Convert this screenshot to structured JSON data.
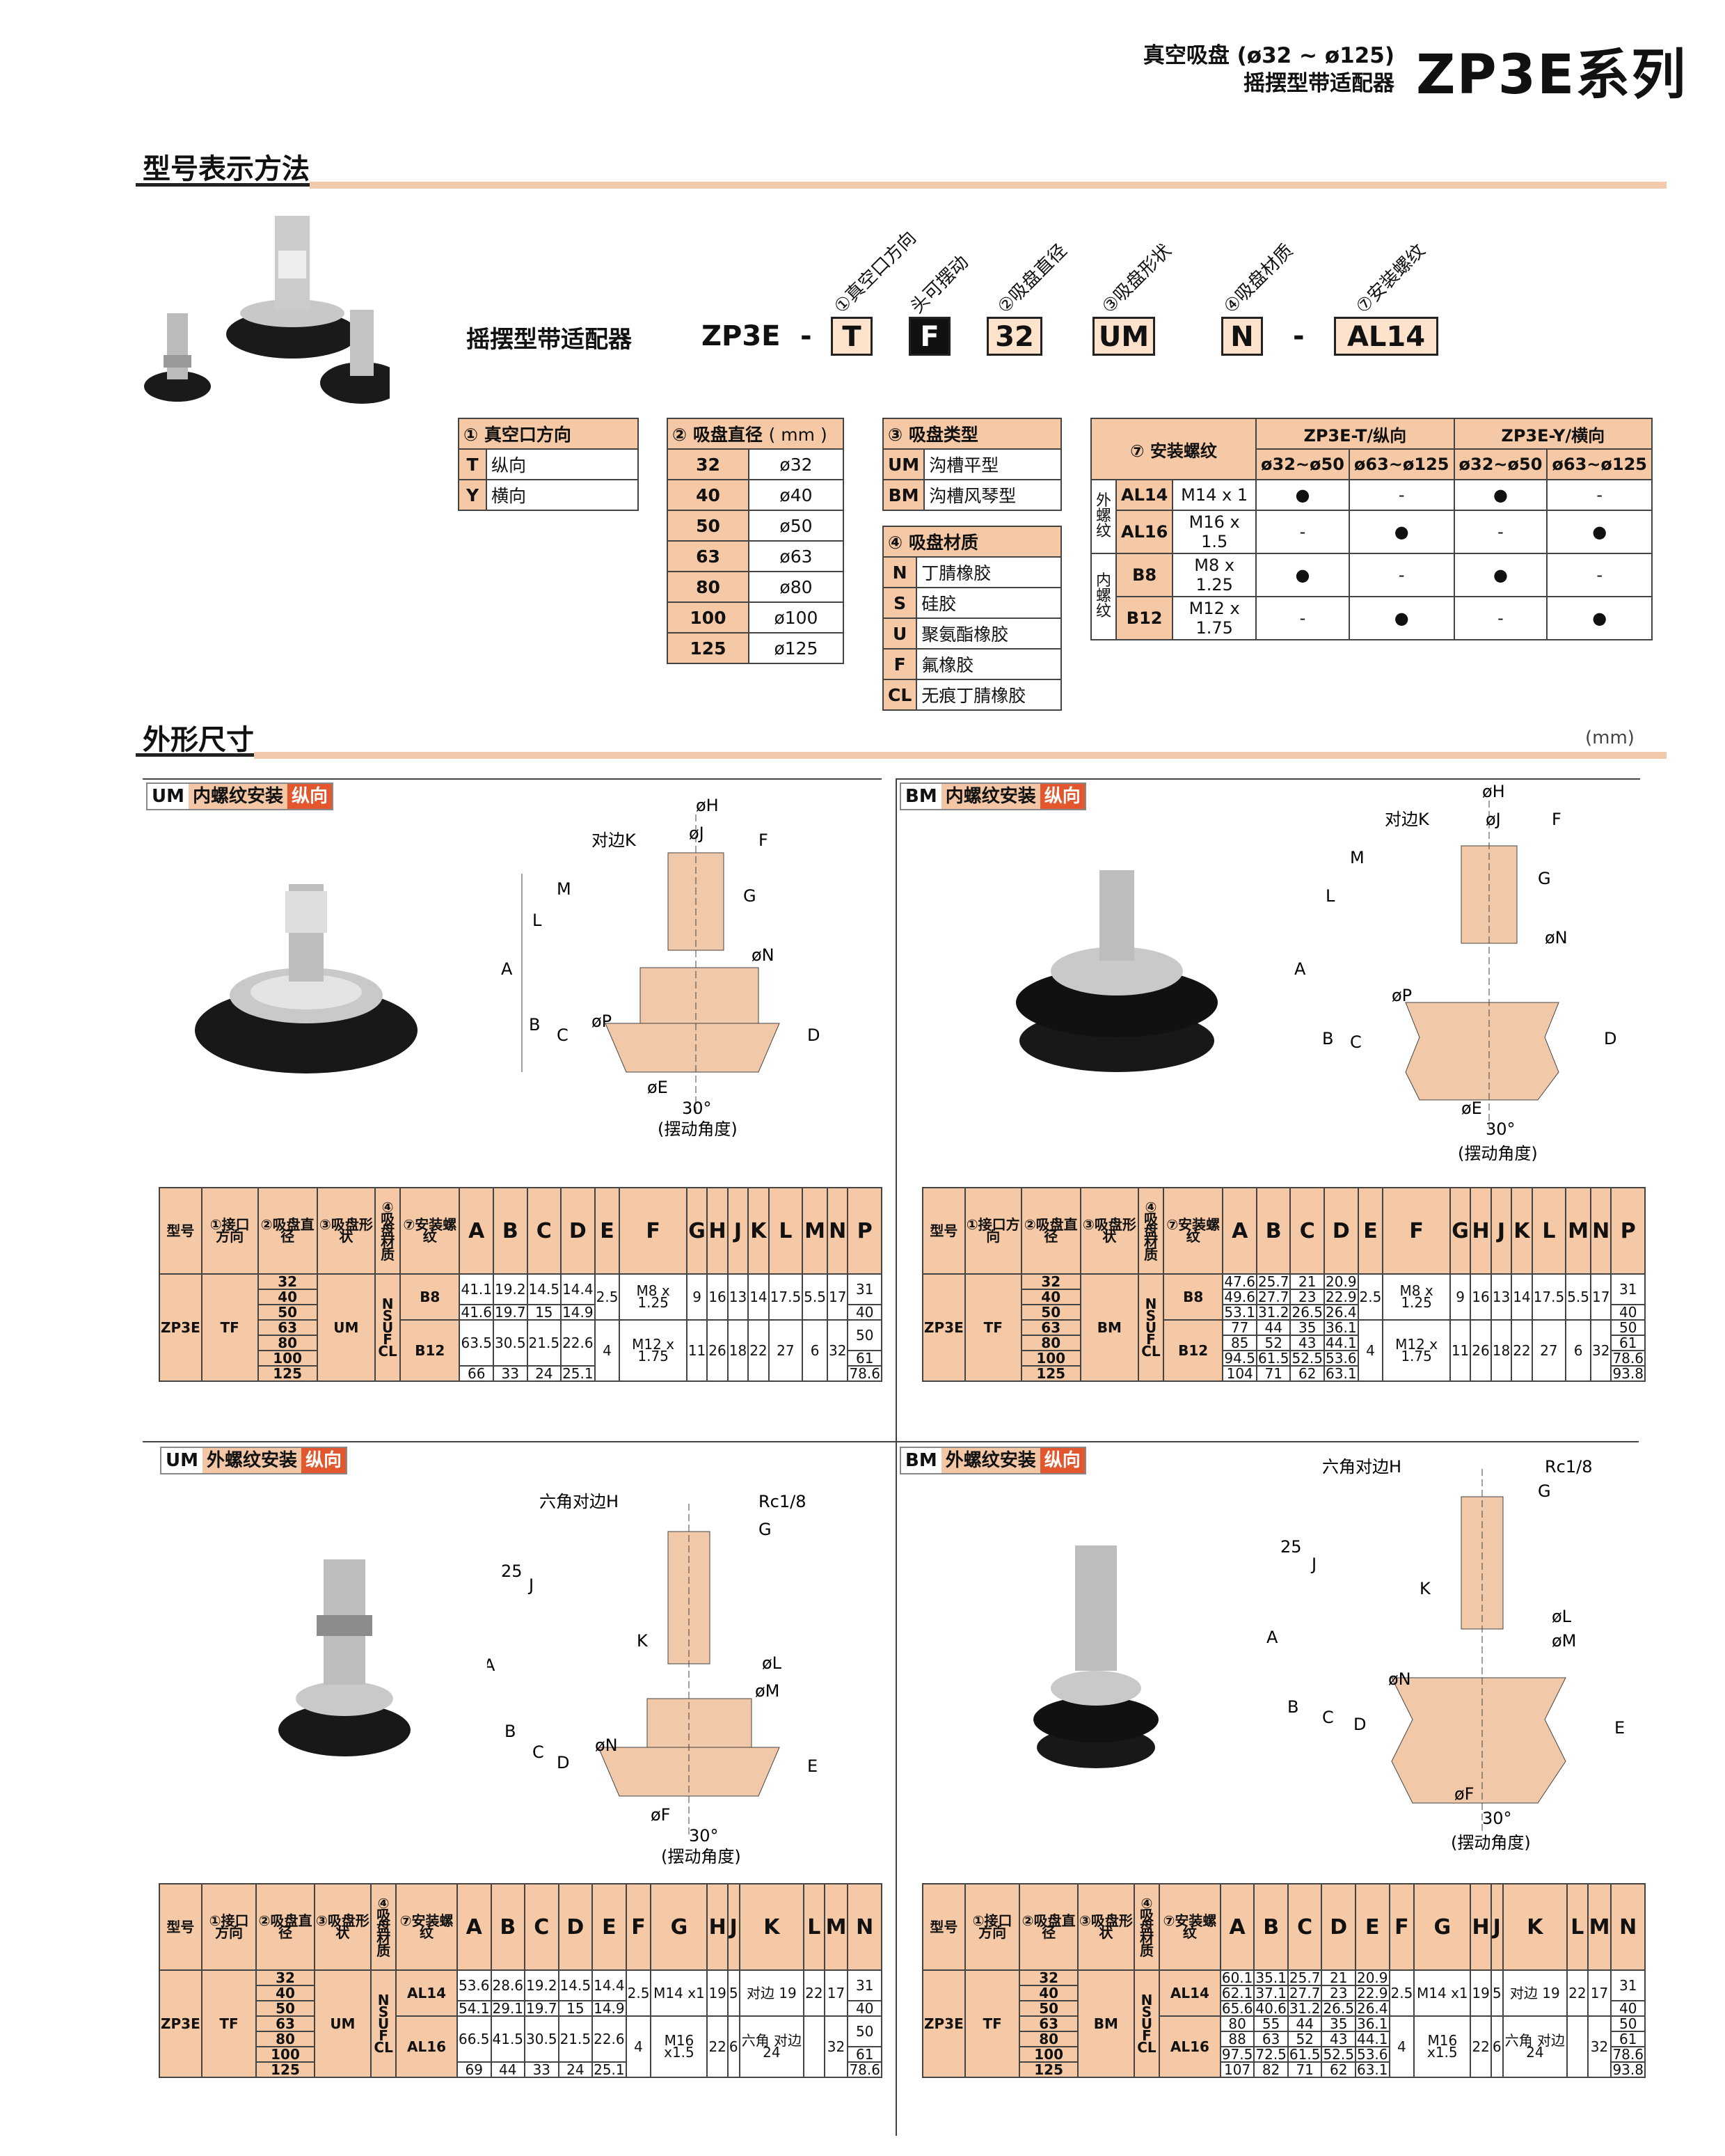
{
  "header": {
    "line1": "真空吸盘 (ø32 ~ ø125)",
    "line2": "摇摆型带适配器",
    "series": "ZP3E系列"
  },
  "model": {
    "title": "型号表示方法",
    "label": "摇摆型带适配器",
    "prefix": "ZP3E",
    "dash": "-",
    "boxes": [
      "T",
      "F",
      "32",
      "UM",
      "N",
      "AL14"
    ],
    "rot": [
      "①真空口方向",
      "头可摆动",
      "②吸盘直径",
      "③吸盘形状",
      "④吸盘材质",
      "⑦安装螺纹"
    ]
  },
  "t1": {
    "title": "① 真空口方向",
    "rows": [
      [
        "T",
        "纵向"
      ],
      [
        "Y",
        "横向"
      ]
    ]
  },
  "t2": {
    "title": "② 吸盘直径",
    "unit": "( mm )",
    "rows": [
      [
        "32",
        "ø32"
      ],
      [
        "40",
        "ø40"
      ],
      [
        "50",
        "ø50"
      ],
      [
        "63",
        "ø63"
      ],
      [
        "80",
        "ø80"
      ],
      [
        "100",
        "ø100"
      ],
      [
        "125",
        "ø125"
      ]
    ]
  },
  "t3": {
    "title": "③ 吸盘类型",
    "rows": [
      [
        "UM",
        "沟槽平型"
      ],
      [
        "BM",
        "沟槽风琴型"
      ]
    ]
  },
  "t4": {
    "title": "④ 吸盘材质",
    "rows": [
      [
        "N",
        "丁腈橡胶"
      ],
      [
        "S",
        "硅胶"
      ],
      [
        "U",
        "聚氨酯橡胶"
      ],
      [
        "F",
        "氟橡胶"
      ],
      [
        "CL",
        "无痕丁腈橡胶"
      ]
    ]
  },
  "t7": {
    "title": "⑦ 安装螺纹",
    "colT": "ZP3E-T/纵向",
    "colY": "ZP3E-Y/横向",
    "sub": [
      "ø32~ø50",
      "ø63~ø125",
      "ø32~ø50",
      "ø63~ø125"
    ],
    "g1": "外螺纹",
    "g2": "内螺纹",
    "rows": [
      [
        "AL14",
        "M14 x 1",
        "●",
        "-",
        "●",
        "-"
      ],
      [
        "AL16",
        "M16 x 1.5",
        "-",
        "●",
        "-",
        "●"
      ],
      [
        "B8",
        "M8 x 1.25",
        "●",
        "-",
        "●",
        "-"
      ],
      [
        "B12",
        "M12 x 1.75",
        "-",
        "●",
        "-",
        "●"
      ]
    ]
  },
  "dims": {
    "title": "外形尺寸",
    "unit": "(mm)"
  },
  "p1": {
    "l1": "UM",
    "l2": "内螺纹安装",
    "l3": "纵向"
  },
  "p2": {
    "l1": "BM",
    "l2": "内螺纹安装",
    "l3": "纵向"
  },
  "p3": {
    "l1": "UM",
    "l2": "外螺纹安装",
    "l3": "纵向"
  },
  "p4": {
    "l1": "BM",
    "l2": "外螺纹安装",
    "l3": "纵向"
  },
  "diag": {
    "angle": "30°",
    "swing": "(摆动角度)",
    "H": "øH",
    "J": "øJ",
    "K": "对边K",
    "F": "F",
    "G": "G",
    "M": "M",
    "L": "L",
    "N": "øN",
    "P": "øP",
    "E": "øE",
    "A": "A",
    "B": "B",
    "C": "C",
    "D": "D",
    "H6": "六角对边H",
    "Rc": "Rc1/8",
    "Kx": "K",
    "Lx": "øL",
    "Mx": "øM",
    "Fx": "øF",
    "Ex": "E",
    "n25": "25",
    "Jx": "J"
  },
  "thead": {
    "c0": "型号",
    "c1": "①接口方向",
    "c2": "②吸盘直径",
    "c3": "③吸盘形状",
    "c4": "④吸盘材质",
    "c5": "⑦安装螺纹"
  },
  "um_in": {
    "cols": [
      "A",
      "B",
      "C",
      "D",
      "E",
      "F",
      "G",
      "H",
      "J",
      "K",
      "L",
      "M",
      "N",
      "P"
    ],
    "r": [
      [
        "41.1",
        "19.2",
        "14.5",
        "14.4"
      ],
      [
        "41.6",
        "19.7",
        "15",
        "14.9"
      ],
      [
        "63.5",
        "30.5",
        "21.5",
        "22.6"
      ],
      [
        "66",
        "33",
        "24",
        "25.1"
      ]
    ],
    "e1": "2.5",
    "f1": "M8 x 1.25",
    "g1": [
      "9",
      "16",
      "13",
      "14",
      "17.5",
      "5.5",
      "17"
    ],
    "e2": "4",
    "f2": "M12 x 1.75",
    "g2": [
      "11",
      "26",
      "18",
      "22",
      "27",
      "6",
      "32"
    ],
    "p": [
      "31",
      "40",
      "50",
      "61",
      "78.6"
    ]
  },
  "bm_in": {
    "cols": [
      "A",
      "B",
      "C",
      "D",
      "E",
      "F",
      "G",
      "H",
      "J",
      "K",
      "L",
      "M",
      "N",
      "P"
    ],
    "r": [
      [
        "47.6",
        "25.7",
        "21",
        "20.9"
      ],
      [
        "49.6",
        "27.7",
        "23",
        "22.9"
      ],
      [
        "53.1",
        "31.2",
        "26.5",
        "26.4"
      ],
      [
        "77",
        "44",
        "35",
        "36.1"
      ],
      [
        "85",
        "52",
        "43",
        "44.1"
      ],
      [
        "94.5",
        "61.5",
        "52.5",
        "53.6"
      ],
      [
        "104",
        "71",
        "62",
        "63.1"
      ]
    ],
    "e1": "2.5",
    "f1": "M8 x 1.25",
    "g1": [
      "9",
      "16",
      "13",
      "14",
      "17.5",
      "5.5",
      "17"
    ],
    "e2": "4",
    "f2": "M12 x 1.75",
    "g2": [
      "11",
      "26",
      "18",
      "22",
      "27",
      "6",
      "32"
    ],
    "p": [
      "31",
      "40",
      "50",
      "61",
      "78.6",
      "93.8"
    ]
  },
  "um_out": {
    "cols": [
      "A",
      "B",
      "C",
      "D",
      "E",
      "F",
      "G",
      "H",
      "J",
      "K",
      "L",
      "M",
      "N"
    ],
    "r": [
      [
        "53.6",
        "28.6",
        "19.2",
        "14.5",
        "14.4"
      ],
      [
        "54.1",
        "29.1",
        "19.7",
        "15",
        "14.9"
      ],
      [
        "66.5",
        "41.5",
        "30.5",
        "21.5",
        "22.6"
      ],
      [
        "69",
        "44",
        "33",
        "24",
        "25.1"
      ]
    ],
    "f1": "2.5",
    "g1": "M14 x1",
    "h1": [
      "19",
      "5"
    ],
    "k1": "对边 19",
    "lm1": [
      "22",
      "17"
    ],
    "f2": "4",
    "g2": "M16 x1.5",
    "h2": [
      "22",
      "6"
    ],
    "k2": "六角 对边 24",
    "m2": "32",
    "n": [
      "31",
      "40",
      "50",
      "61",
      "78.6"
    ]
  },
  "bm_out": {
    "cols": [
      "A",
      "B",
      "C",
      "D",
      "E",
      "F",
      "G",
      "H",
      "J",
      "K",
      "L",
      "M",
      "N"
    ],
    "r": [
      [
        "60.1",
        "35.1",
        "25.7",
        "21",
        "20.9"
      ],
      [
        "62.1",
        "37.1",
        "27.7",
        "23",
        "22.9"
      ],
      [
        "65.6",
        "40.6",
        "31.2",
        "26.5",
        "26.4"
      ],
      [
        "80",
        "55",
        "44",
        "35",
        "36.1"
      ],
      [
        "88",
        "63",
        "52",
        "43",
        "44.1"
      ],
      [
        "97.5",
        "72.5",
        "61.5",
        "52.5",
        "53.6"
      ],
      [
        "107",
        "82",
        "71",
        "62",
        "63.1"
      ]
    ],
    "f1": "2.5",
    "g1": "M14 x1",
    "h1": [
      "19",
      "5"
    ],
    "k1": "对边 19",
    "lm1": [
      "22",
      "17"
    ],
    "f2": "4",
    "g2": "M16 x1.5",
    "h2": [
      "22",
      "6"
    ],
    "k2": "六角 对边 24",
    "m2": "32",
    "n": [
      "31",
      "40",
      "50",
      "61",
      "78.6",
      "93.8"
    ]
  },
  "common": {
    "model": "ZP3E",
    "tf": "TF",
    "um": "UM",
    "bm": "BM",
    "mat": "N S U F CL",
    "b8": "B8",
    "b12": "B12",
    "al14": "AL14",
    "al16": "AL16",
    "d_um": [
      "32",
      "40",
      "50",
      "63",
      "80",
      "100",
      "125"
    ]
  },
  "colors": {
    "accent": "#f5c9a6",
    "rule": "#f2c9ab",
    "tag": "#e2572e"
  }
}
